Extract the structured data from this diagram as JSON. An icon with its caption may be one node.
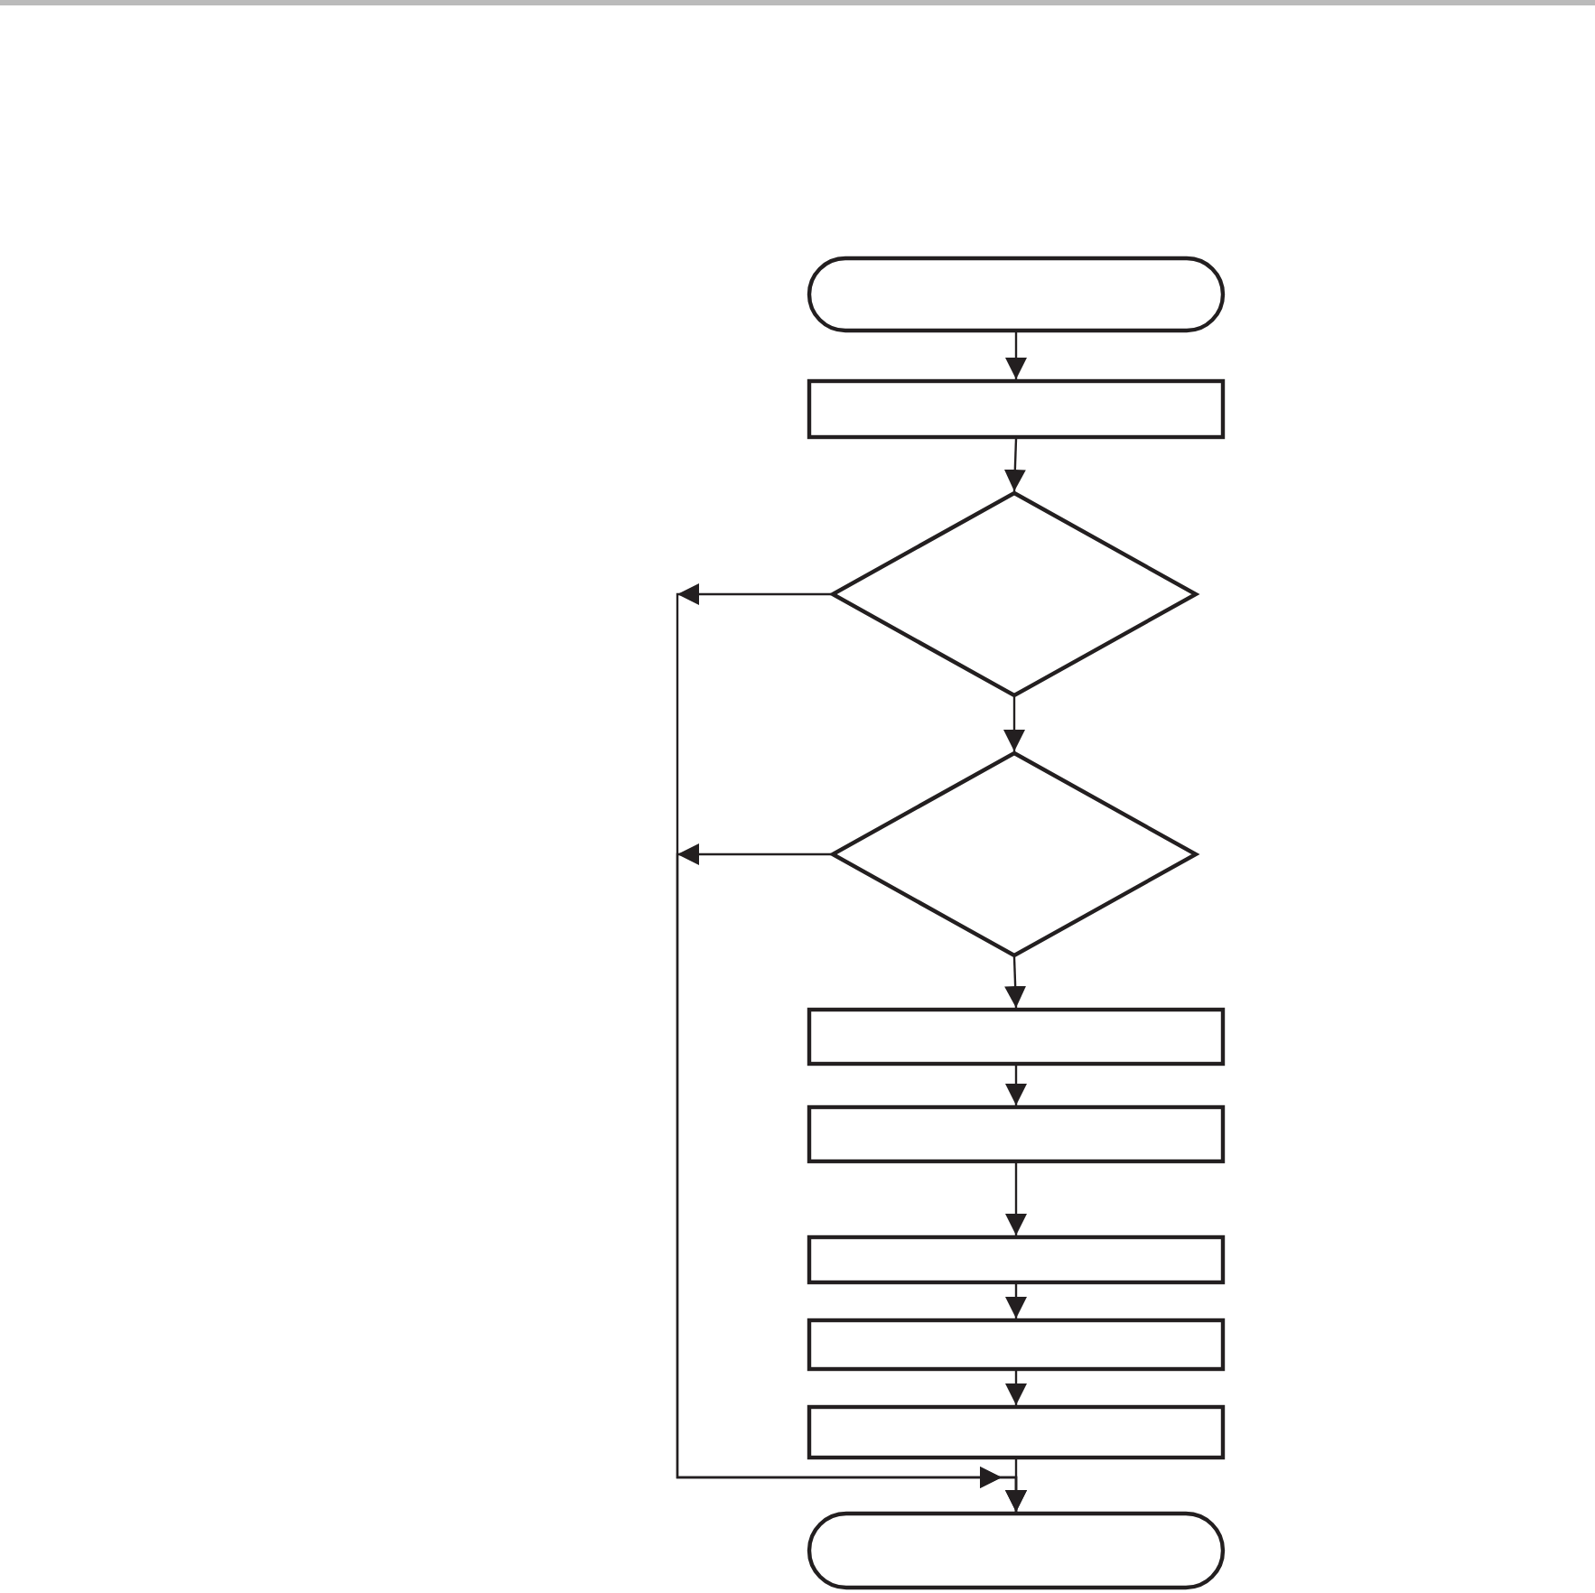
{
  "diagram": {
    "nodes": [
      {
        "text": [],
        "shape": "oval"
      },
      {
        "text": [],
        "shape": "box"
      },
      {
        "text": [],
        "shape": "diamond"
      },
      {
        "text": [],
        "shape": "diamond"
      },
      {
        "text": [],
        "shape": "box"
      },
      {
        "text": [],
        "shape": "box"
      },
      {
        "text": [],
        "shape": "box"
      },
      {
        "text": [],
        "shape": "box"
      },
      {
        "text": [],
        "shape": "box"
      },
      {
        "text": [],
        "shape": "oval"
      }
    ],
    "edges": [
      {
        "from": 0,
        "to": 1,
        "arrow": "to"
      },
      {
        "from": 1,
        "to": 2,
        "arrow": "to"
      },
      {
        "from": 2,
        "to": 3,
        "arrow": "to"
      },
      {
        "from": 3,
        "to": 4,
        "arrow": "to"
      },
      {
        "from": 4,
        "to": 5,
        "arrow": "to"
      },
      {
        "from": 5,
        "to": 6,
        "arrow": "to"
      },
      {
        "from": 6,
        "to": 7,
        "arrow": "to"
      },
      {
        "from": 7,
        "to": 8,
        "arrow": "to"
      },
      {
        "from": 8,
        "to": 9,
        "arrow": "to"
      },
      {
        "from": 2,
        "to": 9,
        "arrow": "to"
      },
      {
        "from": 3,
        "to": 9,
        "arrow": "to"
      }
    ]
  }
}
